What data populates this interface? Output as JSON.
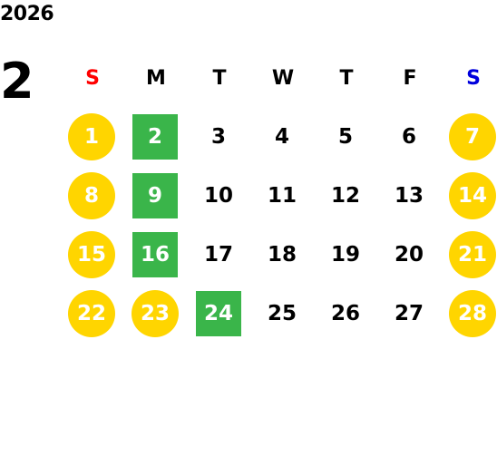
{
  "calendar": {
    "year": "2026",
    "month": "2",
    "weekdays": [
      {
        "label": "S",
        "color": "#ff0000"
      },
      {
        "label": "M",
        "color": "#000000"
      },
      {
        "label": "T",
        "color": "#000000"
      },
      {
        "label": "W",
        "color": "#000000"
      },
      {
        "label": "T",
        "color": "#000000"
      },
      {
        "label": "F",
        "color": "#000000"
      },
      {
        "label": "S",
        "color": "#0000dd"
      }
    ],
    "colors": {
      "holiday_circle": "#ffd500",
      "highlight_square": "#3ab54a",
      "day_text": "#000000",
      "marked_text": "#ffffff"
    },
    "weeks": [
      [
        {
          "day": "1",
          "mark": "circle"
        },
        {
          "day": "2",
          "mark": "square"
        },
        {
          "day": "3",
          "mark": "none"
        },
        {
          "day": "4",
          "mark": "none"
        },
        {
          "day": "5",
          "mark": "none"
        },
        {
          "day": "6",
          "mark": "none"
        },
        {
          "day": "7",
          "mark": "circle"
        }
      ],
      [
        {
          "day": "8",
          "mark": "circle"
        },
        {
          "day": "9",
          "mark": "square"
        },
        {
          "day": "10",
          "mark": "none"
        },
        {
          "day": "11",
          "mark": "none"
        },
        {
          "day": "12",
          "mark": "none"
        },
        {
          "day": "13",
          "mark": "none"
        },
        {
          "day": "14",
          "mark": "circle"
        }
      ],
      [
        {
          "day": "15",
          "mark": "circle"
        },
        {
          "day": "16",
          "mark": "square"
        },
        {
          "day": "17",
          "mark": "none"
        },
        {
          "day": "18",
          "mark": "none"
        },
        {
          "day": "19",
          "mark": "none"
        },
        {
          "day": "20",
          "mark": "none"
        },
        {
          "day": "21",
          "mark": "circle"
        }
      ],
      [
        {
          "day": "22",
          "mark": "circle"
        },
        {
          "day": "23",
          "mark": "circle"
        },
        {
          "day": "24",
          "mark": "square"
        },
        {
          "day": "25",
          "mark": "none"
        },
        {
          "day": "26",
          "mark": "none"
        },
        {
          "day": "27",
          "mark": "none"
        },
        {
          "day": "28",
          "mark": "circle"
        }
      ]
    ]
  }
}
